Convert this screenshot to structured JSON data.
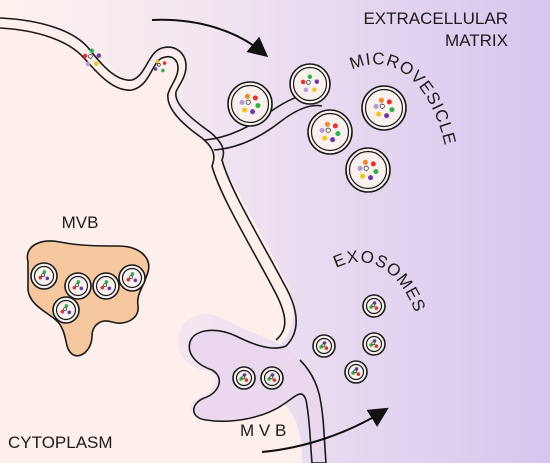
{
  "labels": {
    "extracellular_line1": "EXTRACELLULAR",
    "extracellular_line2": "MATRIX",
    "microvesicles": "MICROVESICLES",
    "exosomes": "EXOSOMES",
    "mvb_internal": "MVB",
    "mvb_secreting": "M V B",
    "cytoplasm": "CYTOPLASM"
  },
  "colors": {
    "cytoplasm_fill": "#fdeeea",
    "extracellular_fill": "#ded0f2",
    "membrane_stroke": "#1a1a1a",
    "mvb_fill": "#f6c8a0",
    "vesicle_fill": "#f8f1ed",
    "cargo_red": "#e8322b",
    "cargo_green": "#2db24a",
    "cargo_purple": "#6a3aa8",
    "cargo_yellow": "#f2c22a",
    "cargo_lilac": "#b89ad8",
    "cargo_orange": "#f08a2a"
  },
  "icons": {
    "arrow_top": "curved-arrow-icon",
    "arrow_bottom": "curved-arrow-icon"
  }
}
